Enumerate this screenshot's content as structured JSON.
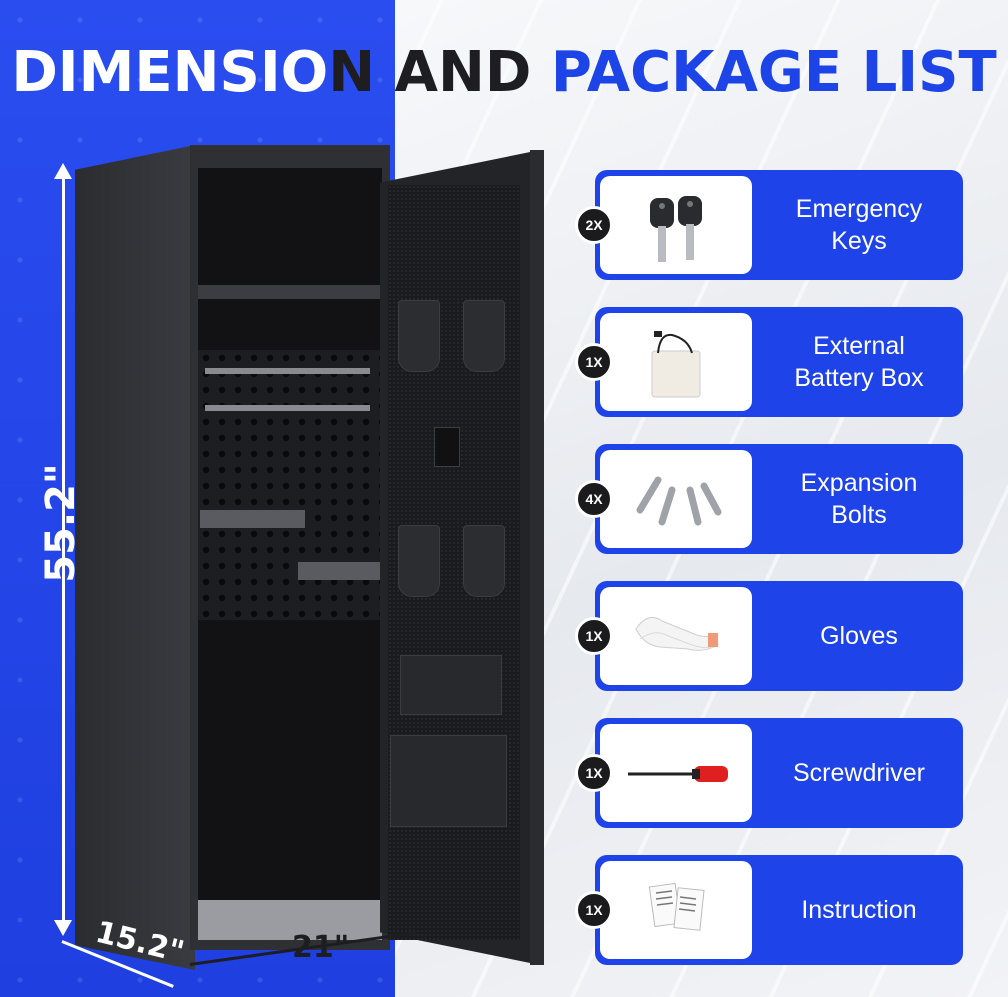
{
  "title": {
    "part1": "DIMENSIO",
    "part2": "N AND ",
    "part3": "PACKAGE LIST"
  },
  "dimensions": {
    "height": "55.2\"",
    "depth": "15.2\"",
    "width": "21\""
  },
  "package_items": [
    {
      "qty": "2X",
      "name": "Emergency\nKeys",
      "icon": "keys-icon"
    },
    {
      "qty": "1X",
      "name": "External\nBattery Box",
      "icon": "battery-box-icon"
    },
    {
      "qty": "4X",
      "name": "Expansion\nBolts",
      "icon": "bolts-icon"
    },
    {
      "qty": "1X",
      "name": "Gloves",
      "icon": "gloves-icon"
    },
    {
      "qty": "1X",
      "name": "Screwdriver",
      "icon": "screwdriver-icon"
    },
    {
      "qty": "1X",
      "name": "Instruction",
      "icon": "instruction-icon"
    }
  ],
  "colors": {
    "accent": "#1e43e8",
    "dark": "#1d1d22",
    "white": "#ffffff"
  }
}
